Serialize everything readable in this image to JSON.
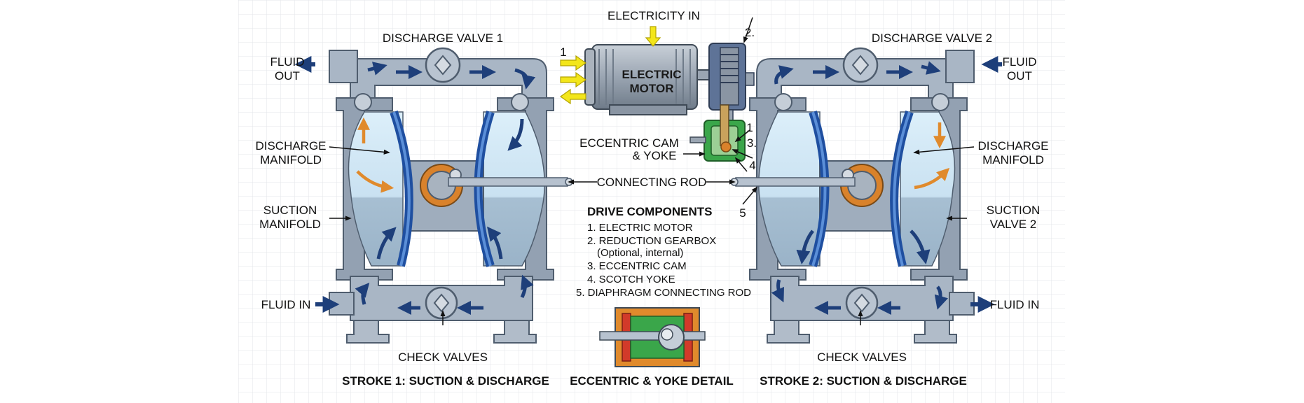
{
  "labels": {
    "electricity_in": "ELECTRICITY IN",
    "discharge_valve_1": "DISCHARGE VALVE 1",
    "discharge_valve_2": "DISCHARGE VALVE 2",
    "fluid_out_left": [
      "FLUID",
      "OUT"
    ],
    "fluid_out_right": [
      "FLUID",
      "OUT"
    ],
    "discharge_manifold_left": [
      "DISCHARGE",
      "MANIFOLD"
    ],
    "discharge_manifold_right": [
      "DISCHARGE",
      "MANIFOLD"
    ],
    "suction_manifold": [
      "SUCTION",
      "MANIFOLD"
    ],
    "suction_valve_2": [
      "SUCTION",
      "VALVE 2"
    ],
    "fluid_in_left": "FLUID IN",
    "fluid_in_right": "FLUID IN",
    "check_valves_left": "CHECK VALVES",
    "check_valves_right": "CHECK VALVES",
    "electric_motor": [
      "ELECTRIC",
      "MOTOR"
    ],
    "eccentric_cam_yoke": [
      "ECCENTRIC CAM",
      "& YOKE"
    ],
    "connecting_rod": "CONNECTING ROD",
    "callout_1a": "1",
    "callout_2": "2.",
    "callout_1b": "1",
    "callout_3": "3.",
    "callout_4": "4",
    "callout_5": "5"
  },
  "legend": {
    "title": "DRIVE COMPONENTS",
    "items": [
      "1. ELECTRIC MOTOR",
      "2. REDUCTION GEARBOX",
      "(Optional, internal)",
      "3. ECCENTRIC CAM",
      "4. SCOTCH YOKE",
      "5. DIAPHRAGM CONNECTING ROD"
    ]
  },
  "captions": {
    "stroke_1": "STROKE 1: SUCTION & DISCHARGE",
    "detail": "ECCENTRIC & YOKE DETAIL",
    "stroke_2": "STROKE 2: SUCTION & DISCHARGE"
  },
  "colors": {
    "grid": "#e3e6ea",
    "housing": "#8e9cae",
    "housing_light": "#b7c2cf",
    "housing_dark": "#5d6b7c",
    "fluid_light": "#d4eaf6",
    "fluid_dark": "#9fb8cc",
    "diaphragm": "#1f4fa0",
    "flow_arrow": "#1e3f7a",
    "orange_arrow": "#e08a2c",
    "yellow_arrow": "#f3e61a",
    "cam_orange": "#d9822b",
    "yoke_green": "#3aa64a",
    "detail_red": "#d23a2a"
  }
}
